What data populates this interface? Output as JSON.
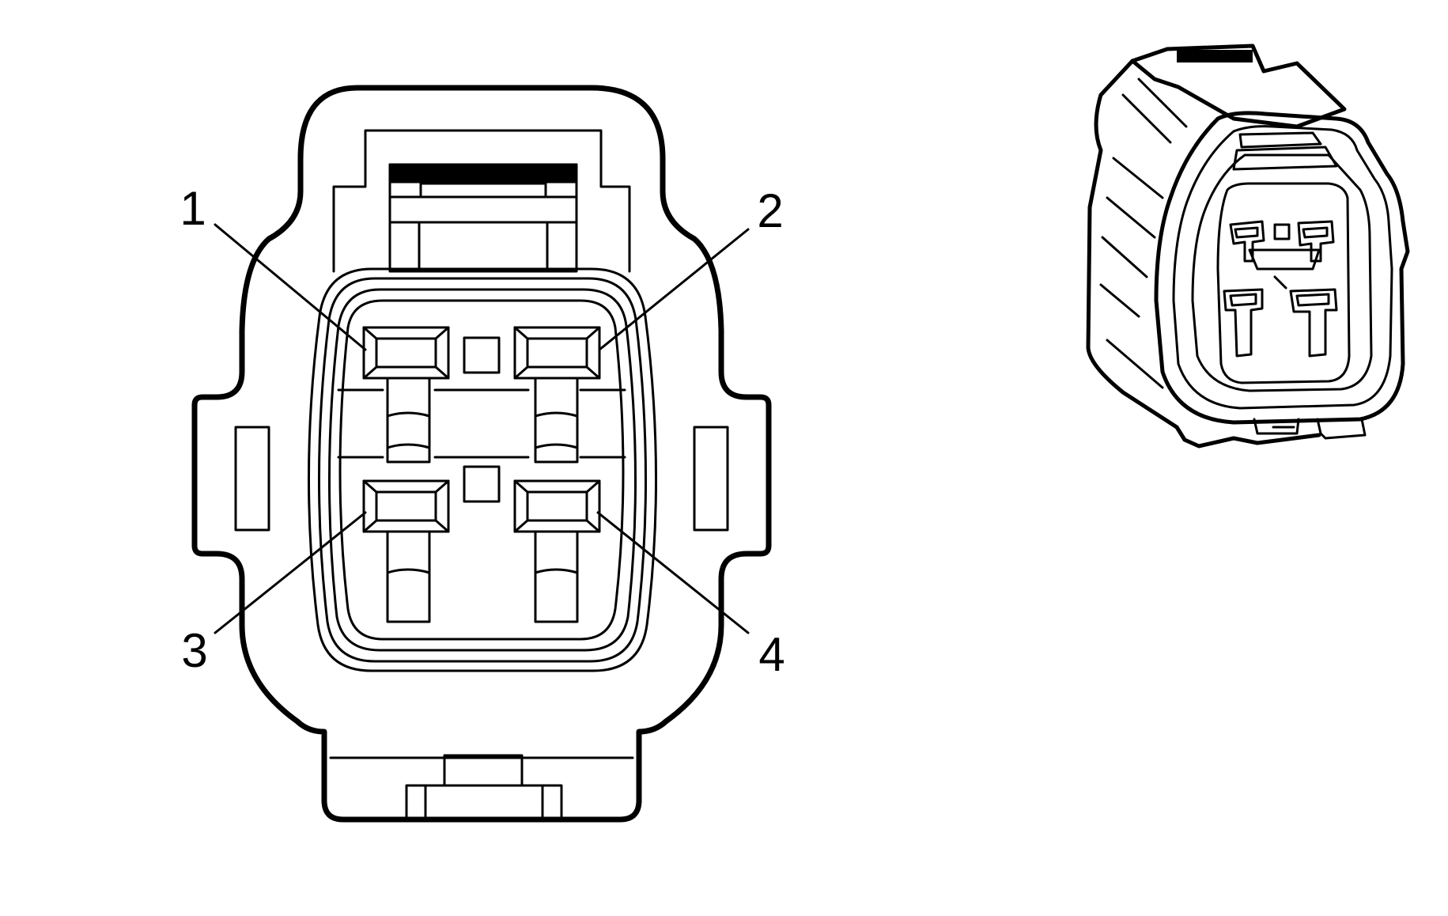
{
  "figure": {
    "type": "connector-end-view",
    "line_color": "#000000",
    "background": "#ffffff"
  },
  "main_view": {
    "pin_labels": {
      "pin1": "1",
      "pin2": "2",
      "pin3": "3",
      "pin4": "4"
    }
  },
  "iso_view": {
    "depicts": "connector-3d-view"
  }
}
